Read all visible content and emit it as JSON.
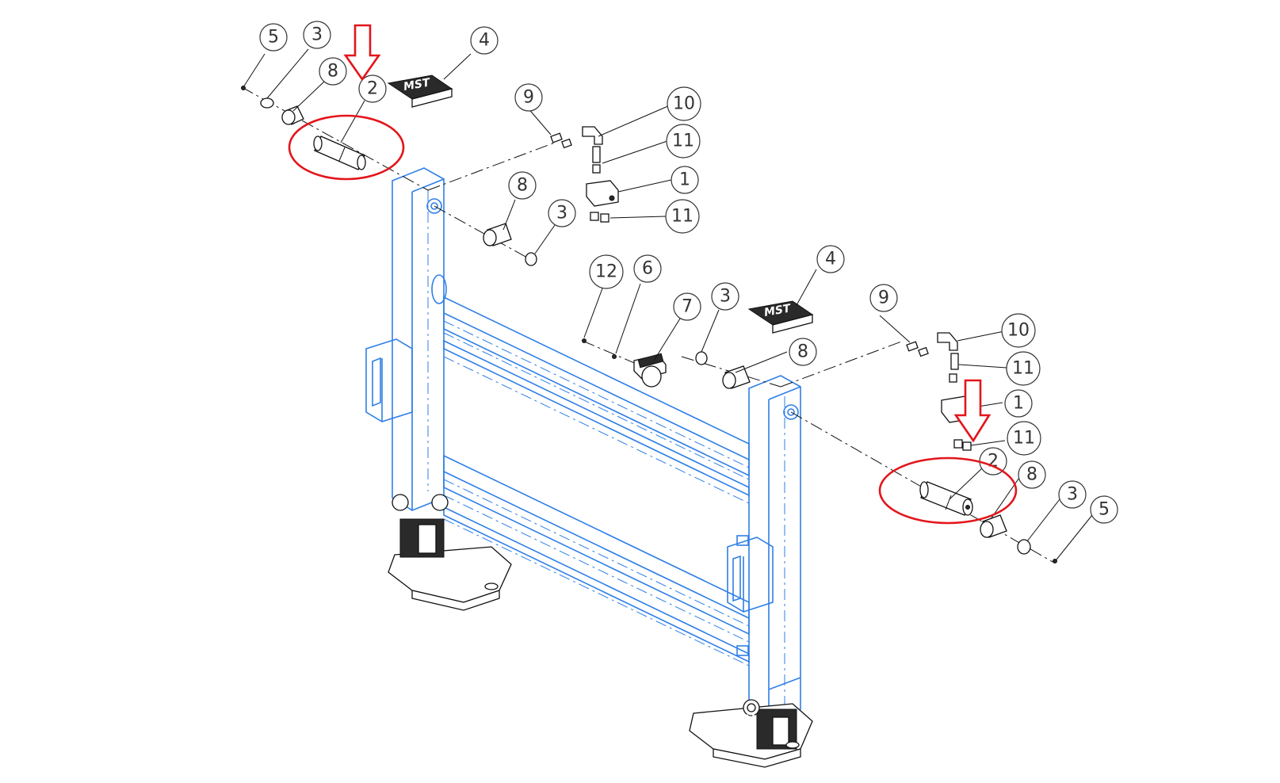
{
  "diagram": {
    "logo_text": "MST",
    "callouts": [
      {
        "id": "c5a",
        "label": "5"
      },
      {
        "id": "c3a",
        "label": "3"
      },
      {
        "id": "c8a",
        "label": "8"
      },
      {
        "id": "c2a",
        "label": "2"
      },
      {
        "id": "c4a",
        "label": "4"
      },
      {
        "id": "c9a",
        "label": "9"
      },
      {
        "id": "c10a",
        "label": "10"
      },
      {
        "id": "c11a",
        "label": "11"
      },
      {
        "id": "c1a",
        "label": "1"
      },
      {
        "id": "c11b",
        "label": "11"
      },
      {
        "id": "c8b",
        "label": "8"
      },
      {
        "id": "c3b",
        "label": "3"
      },
      {
        "id": "c12",
        "label": "12"
      },
      {
        "id": "c6",
        "label": "6"
      },
      {
        "id": "c7",
        "label": "7"
      },
      {
        "id": "c3c",
        "label": "3"
      },
      {
        "id": "c4b",
        "label": "4"
      },
      {
        "id": "c8c",
        "label": "8"
      },
      {
        "id": "c9b",
        "label": "9"
      },
      {
        "id": "c10b",
        "label": "10"
      },
      {
        "id": "c11c",
        "label": "11"
      },
      {
        "id": "c1b",
        "label": "1"
      },
      {
        "id": "c11d",
        "label": "11"
      },
      {
        "id": "c2b",
        "label": "2"
      },
      {
        "id": "c8d",
        "label": "8"
      },
      {
        "id": "c3d",
        "label": "3"
      },
      {
        "id": "c5b",
        "label": "5"
      }
    ],
    "colors": {
      "frame": "#2f7fe6",
      "highlight": "#e3151b",
      "parts": "#111111"
    }
  }
}
